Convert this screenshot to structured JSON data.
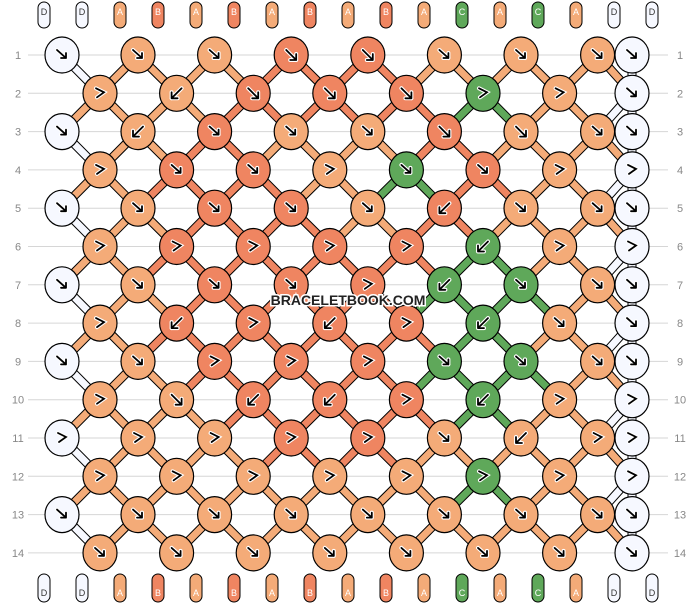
{
  "watermark": "BRACELETBOOK.COM",
  "row_numbers": [
    "1",
    "2",
    "3",
    "4",
    "5",
    "6",
    "7",
    "8",
    "9",
    "10",
    "11",
    "12",
    "13",
    "14"
  ],
  "string_labels": [
    "D",
    "D",
    "A",
    "B",
    "A",
    "B",
    "A",
    "B",
    "A",
    "B",
    "A",
    "C",
    "A",
    "C",
    "A",
    "D",
    "D"
  ],
  "colors": {
    "A": "#f4ab78",
    "B": "#ef8561",
    "C": "#5fa85a",
    "D": "#f6f8ff",
    "outline": "#000000",
    "grid_line": "#d6d6d6",
    "row_number_text": "#888888"
  },
  "knot_rows": [
    [
      "D",
      "A",
      "A",
      "B",
      "B",
      "A",
      "A",
      "A",
      "D"
    ],
    [
      "A",
      "A",
      "B",
      "B",
      "B",
      "C",
      "A",
      "D"
    ],
    [
      "D",
      "A",
      "B",
      "A",
      "A",
      "B",
      "A",
      "A",
      "D"
    ],
    [
      "A",
      "B",
      "B",
      "A",
      "C",
      "B",
      "A",
      "D"
    ],
    [
      "D",
      "A",
      "B",
      "B",
      "A",
      "B",
      "A",
      "A",
      "D"
    ],
    [
      "A",
      "B",
      "B",
      "B",
      "B",
      "C",
      "A",
      "D"
    ],
    [
      "D",
      "A",
      "B",
      "B",
      "B",
      "C",
      "C",
      "A",
      "D"
    ],
    [
      "A",
      "B",
      "B",
      "B",
      "B",
      "C",
      "A",
      "D"
    ],
    [
      "D",
      "A",
      "B",
      "B",
      "B",
      "C",
      "C",
      "A",
      "D"
    ],
    [
      "A",
      "A",
      "B",
      "B",
      "B",
      "C",
      "A",
      "D"
    ],
    [
      "D",
      "A",
      "A",
      "B",
      "B",
      "A",
      "A",
      "A",
      "D"
    ],
    [
      "A",
      "A",
      "A",
      "A",
      "A",
      "C",
      "A",
      "D"
    ],
    [
      "D",
      "A",
      "A",
      "A",
      "A",
      "A",
      "A",
      "A",
      "D"
    ],
    [
      "A",
      "A",
      "A",
      "A",
      "A",
      "A",
      "A",
      "D"
    ]
  ],
  "knot_arrows": [
    [
      "fwd-back",
      "fwd-back",
      "fwd-back",
      "down-right",
      "down-right",
      "fwd-back",
      "fwd-back",
      "fwd-back",
      "fwd-back"
    ],
    [
      "back-fwd",
      "down-left",
      "down-right",
      "down-right",
      "down-right",
      "back-fwd",
      "back-fwd",
      "fwd-back"
    ],
    [
      "fwd-back",
      "down-left",
      "fwd-back",
      "fwd-back",
      "fwd-back",
      "down-right",
      "down-right",
      "fwd-back",
      "fwd-back"
    ],
    [
      "back-fwd",
      "fwd-back",
      "fwd-back",
      "back-fwd",
      "fwd-back",
      "fwd-back",
      "back-fwd",
      "back-fwd"
    ],
    [
      "fwd-back",
      "fwd-back",
      "fwd-back",
      "fwd-back",
      "fwd-back",
      "down-left",
      "fwd-back",
      "fwd-back",
      "fwd-back"
    ],
    [
      "back-fwd",
      "back-fwd",
      "back-fwd",
      "back-fwd",
      "back-fwd",
      "down-left",
      "back-fwd",
      "back-fwd"
    ],
    [
      "fwd-back",
      "fwd-back",
      "fwd-back",
      "fwd-back",
      "back-fwd",
      "down-left",
      "fwd-back",
      "fwd-back",
      "fwd-back"
    ],
    [
      "back-fwd",
      "down-left",
      "back-fwd",
      "down-left",
      "back-fwd",
      "down-left",
      "fwd-back",
      "fwd-back"
    ],
    [
      "fwd-back",
      "fwd-back",
      "back-fwd",
      "back-fwd",
      "back-fwd",
      "fwd-back",
      "fwd-back",
      "fwd-back",
      "fwd-back"
    ],
    [
      "back-fwd",
      "down-right",
      "down-left",
      "down-left",
      "back-fwd",
      "down-left",
      "back-fwd",
      "back-fwd"
    ],
    [
      "back-fwd",
      "back-fwd",
      "back-fwd",
      "back-fwd",
      "back-fwd",
      "fwd-back",
      "down-left",
      "back-fwd",
      "back-fwd"
    ],
    [
      "back-fwd",
      "back-fwd",
      "back-fwd",
      "back-fwd",
      "back-fwd",
      "back-fwd",
      "back-fwd",
      "back-fwd"
    ],
    [
      "fwd-back",
      "fwd-back",
      "fwd-back",
      "fwd-back",
      "fwd-back",
      "fwd-back",
      "fwd-back",
      "fwd-back",
      "fwd-back"
    ],
    [
      "fwd-back",
      "fwd-back",
      "fwd-back",
      "fwd-back",
      "fwd-back",
      "fwd-back",
      "fwd-back",
      "fwd-back"
    ]
  ]
}
